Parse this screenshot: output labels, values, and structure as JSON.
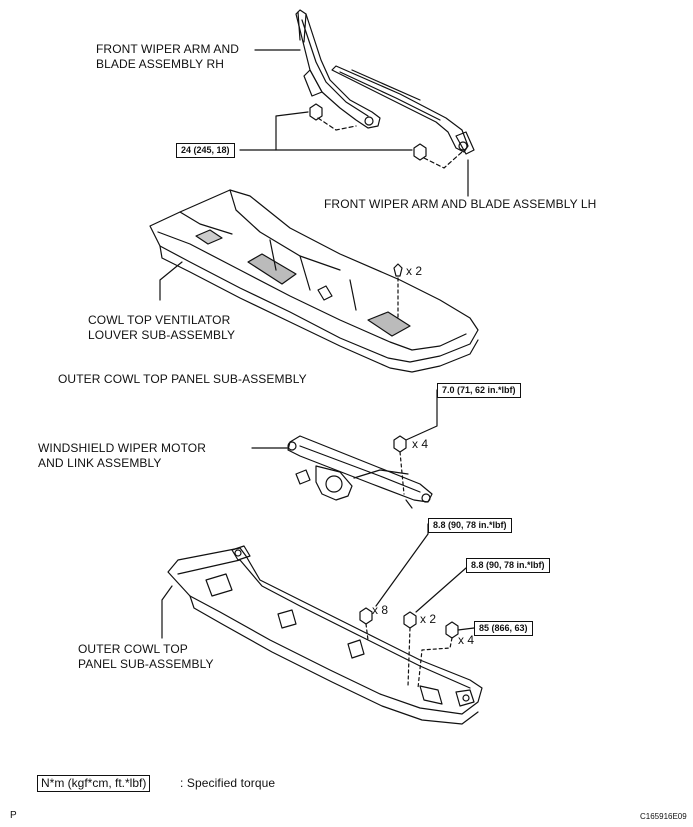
{
  "labels": {
    "wiper_rh": "FRONT WIPER ARM AND\nBLADE ASSEMBLY RH",
    "wiper_lh": "FRONT WIPER ARM AND BLADE ASSEMBLY LH",
    "cowl_louver": "COWL TOP VENTILATOR\nLOUVER SUB-ASSEMBLY",
    "outer_cowl_top_text": "OUTER COWL TOP PANEL SUB-ASSEMBLY",
    "wiper_motor": "WINDSHIELD WIPER MOTOR\nAND LINK ASSEMBLY",
    "outer_cowl_bottom": "OUTER COWL TOP\nPANEL SUB-ASSEMBLY"
  },
  "torques": {
    "t1": "24 (245, 18)",
    "t2": "7.0 (71, 62 in.*lbf)",
    "t3": "8.8 (90, 78 in.*lbf)",
    "t4": "8.8 (90, 78 in.*lbf)",
    "t5": "85 (866, 63)"
  },
  "quantities": {
    "q_clip": "x 2",
    "q_motor_bolt": "x 4",
    "q_panel_bolt": "x 8",
    "q_panel_nut_a": "x 2",
    "q_panel_nut_b": "x 4"
  },
  "legend": {
    "unit": "N*m (kgf*cm, ft.*lbf)",
    "text": ": Specified torque"
  },
  "footer": {
    "left": "P",
    "right": "C165916E09"
  }
}
